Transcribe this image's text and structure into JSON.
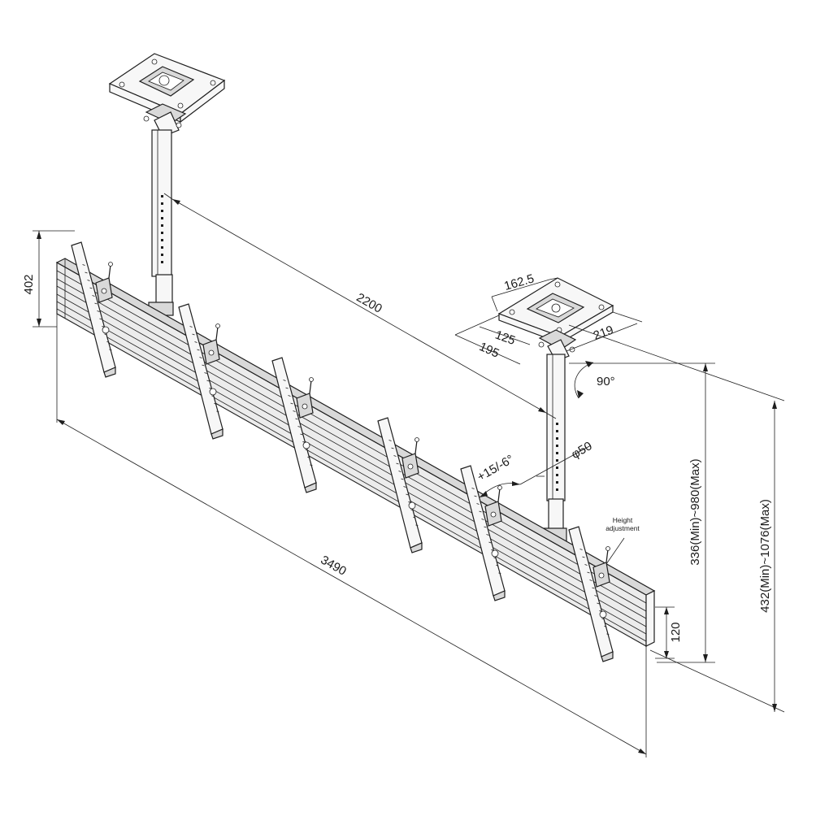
{
  "dimensions": {
    "rail_length": "3490",
    "pole_spacing": "2200",
    "bracket_height": "402",
    "rail_height": "120",
    "plate_width": "162.5",
    "plate_depth": "219",
    "plate_hole_spacing": "125",
    "plate_outer": "195",
    "pole_diameter": "φ50",
    "rotation": "90°",
    "tilt": "+15/-6°",
    "drop_range_a": "336(Min)~980(Max)",
    "drop_range_b": "432(Min)~1076(Max)"
  },
  "callouts": {
    "height_adjustment_line1": "Height",
    "height_adjustment_line2": "adjustment"
  }
}
